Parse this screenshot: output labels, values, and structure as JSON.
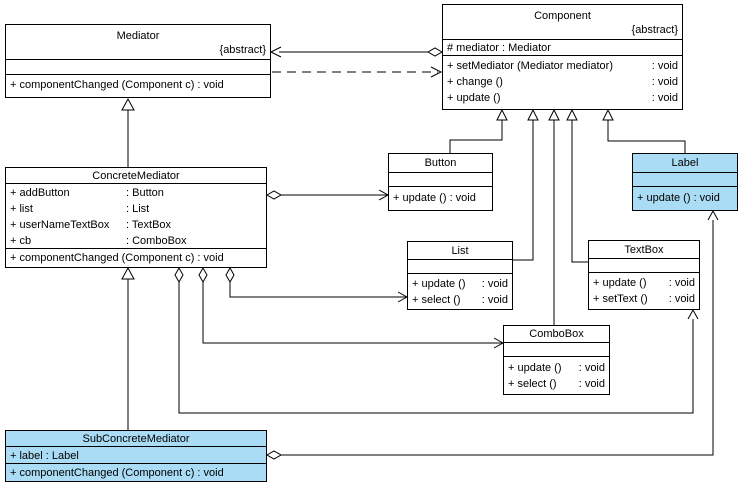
{
  "diagram": {
    "kind": "uml-class-diagram",
    "pattern": "Mediator",
    "colors": {
      "background": "#ffffff",
      "box_fill": "#ffffff",
      "highlight_fill": "#aadcf5",
      "line": "#000000",
      "text": "#000000"
    }
  },
  "classes": {
    "mediator": {
      "title": "Mediator",
      "stereotype": "{abstract}",
      "methods": [
        {
          "text": "+ componentChanged (Component c) : void"
        }
      ]
    },
    "component": {
      "title": "Component",
      "stereotype": "{abstract}",
      "attributes": [
        {
          "text": "# mediator : Mediator"
        }
      ],
      "methods": [
        {
          "name": "+ setMediator (Mediator mediator)",
          "ret": ": void"
        },
        {
          "name": "+ change ()",
          "ret": ": void"
        },
        {
          "name": "+ update ()",
          "ret": ": void"
        }
      ]
    },
    "concreteMediator": {
      "title": "ConcreteMediator",
      "attributes": [
        {
          "name": "+ addButton",
          "type": ": Button"
        },
        {
          "name": "+ list",
          "type": ": List"
        },
        {
          "name": "+ userNameTextBox",
          "type": ": TextBox"
        },
        {
          "name": "+ cb",
          "type": ": ComboBox"
        }
      ],
      "methods": [
        {
          "text": "+ componentChanged (Component c) : void"
        }
      ]
    },
    "button": {
      "title": "Button",
      "methods": [
        {
          "text": "+ update () : void"
        }
      ]
    },
    "label": {
      "title": "Label",
      "highlighted": true,
      "methods": [
        {
          "text": "+ update () : void"
        }
      ]
    },
    "list": {
      "title": "List",
      "methods": [
        {
          "name": "+ update ()",
          "ret": ": void"
        },
        {
          "name": "+ select ()",
          "ret": ": void"
        }
      ]
    },
    "textBox": {
      "title": "TextBox",
      "methods": [
        {
          "name": "+ update ()",
          "ret": ": void"
        },
        {
          "name": "+ setText ()",
          "ret": ": void"
        }
      ]
    },
    "comboBox": {
      "title": "ComboBox",
      "methods": [
        {
          "name": "+ update ()",
          "ret": ": void"
        },
        {
          "name": "+ select ()",
          "ret": ": void"
        }
      ]
    },
    "subConcreteMediator": {
      "title": "SubConcreteMediator",
      "highlighted": true,
      "attributes": [
        {
          "text": "+ label : Label"
        }
      ],
      "methods": [
        {
          "text": "+ componentChanged (Component c) : void"
        }
      ]
    }
  },
  "relationships": [
    {
      "type": "aggregation",
      "from": "Component",
      "to": "Mediator"
    },
    {
      "type": "dependency",
      "from": "Mediator",
      "to": "Component"
    },
    {
      "type": "generalization",
      "from": "ConcreteMediator",
      "to": "Mediator"
    },
    {
      "type": "generalization",
      "from": "Button",
      "to": "Component"
    },
    {
      "type": "generalization",
      "from": "List",
      "to": "Component"
    },
    {
      "type": "generalization",
      "from": "ComboBox",
      "to": "Component"
    },
    {
      "type": "generalization",
      "from": "TextBox",
      "to": "Component"
    },
    {
      "type": "generalization",
      "from": "Label",
      "to": "Component"
    },
    {
      "type": "aggregation",
      "from": "ConcreteMediator",
      "to": "Button"
    },
    {
      "type": "aggregation",
      "from": "ConcreteMediator",
      "to": "List"
    },
    {
      "type": "aggregation",
      "from": "ConcreteMediator",
      "to": "ComboBox"
    },
    {
      "type": "aggregation",
      "from": "ConcreteMediator",
      "to": "TextBox"
    },
    {
      "type": "generalization",
      "from": "SubConcreteMediator",
      "to": "ConcreteMediator"
    },
    {
      "type": "aggregation",
      "from": "SubConcreteMediator",
      "to": "Label"
    }
  ]
}
